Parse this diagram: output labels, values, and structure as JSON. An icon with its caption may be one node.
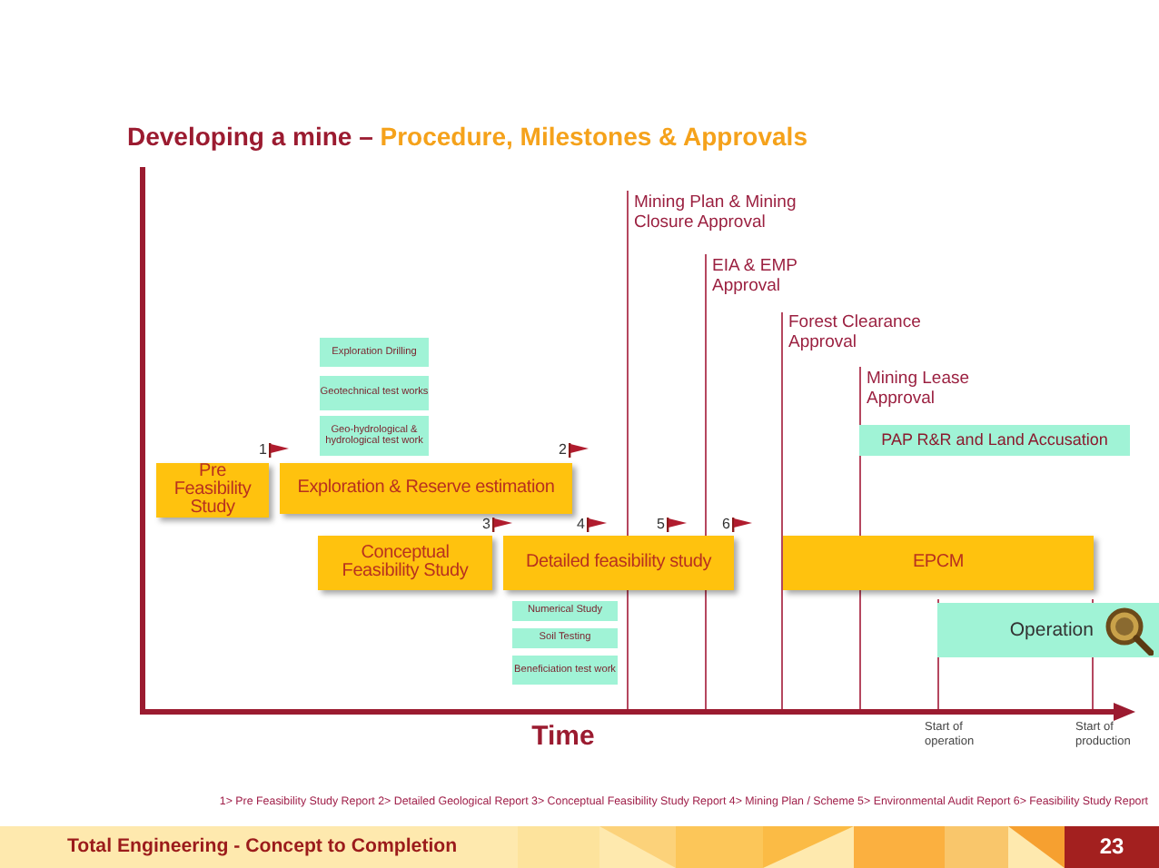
{
  "diagram": {
    "title": "Developing a mine – *Procedure, Milestones & Approvals*",
    "nodes": [
      {
        "text": [
          "Exploration Drilling"
        ]
      },
      {
        "text": [
          "Geotechnical test works"
        ]
      },
      {
        "text": [
          "Geo-hydrological & hydrological test work"
        ]
      },
      {
        "text": [
          "PAP R&R and Land Accusation"
        ]
      },
      {
        "text": [
          "Pre Feasibility Study"
        ]
      },
      {
        "text": [
          "Exploration & Reserve estimation"
        ]
      },
      {
        "text": [
          "Conceptual Feasibility Study"
        ]
      },
      {
        "text": [
          "Detailed feasibility study"
        ]
      },
      {
        "text": [
          "EPCM"
        ]
      },
      {
        "text": [
          "Numerical Study"
        ]
      },
      {
        "text": [
          "Soil Testing"
        ]
      },
      {
        "text": [
          "Beneficiation test work"
        ]
      },
      {
        "text": [
          "Operation"
        ]
      }
    ],
    "labels": [
      "Mining Plan & Mining Closure Approval",
      "EIA & EMP Approval",
      "Forest Clearance Approval",
      "Mining Lease Approval",
      "1",
      "2",
      "3",
      "4",
      "5",
      "6",
      "Time",
      "Start of operation",
      "Start of production",
      "1> Pre Feasibility Study Report 2> Detailed Geological Report 3> Conceptual Feasibility Study Report 4> Mining Plan / Scheme 5> Environmental Audit Report 6> Feasibility Study Report",
      "Total Engineering - Concept to Completion",
      "23"
    ]
  }
}
